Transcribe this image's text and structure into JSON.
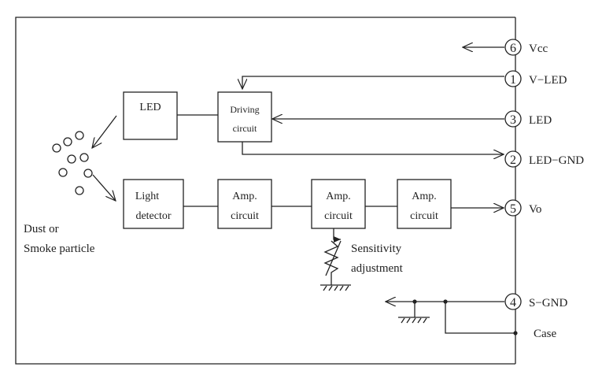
{
  "blocks": {
    "led": "LED",
    "driving_line1": "Driving",
    "driving_line2": "circuit",
    "detector_line1": "Light",
    "detector_line2": "detector",
    "amp1_line1": "Amp.",
    "amp1_line2": "circuit",
    "amp2_line1": "Amp.",
    "amp2_line2": "circuit",
    "amp3_line1": "Amp.",
    "amp3_line2": "circuit"
  },
  "pins": [
    {
      "number": "6",
      "label": "Vcc"
    },
    {
      "number": "1",
      "label": "V−LED"
    },
    {
      "number": "3",
      "label": "LED"
    },
    {
      "number": "2",
      "label": "LED−GND"
    },
    {
      "number": "5",
      "label": "Vo"
    },
    {
      "number": "4",
      "label": "S−GND"
    }
  ],
  "labels": {
    "particle_line1": "Dust or",
    "particle_line2": "Smoke particle",
    "sensitivity_line1": "Sensitivity",
    "sensitivity_line2": "adjustment",
    "case": "Case"
  }
}
